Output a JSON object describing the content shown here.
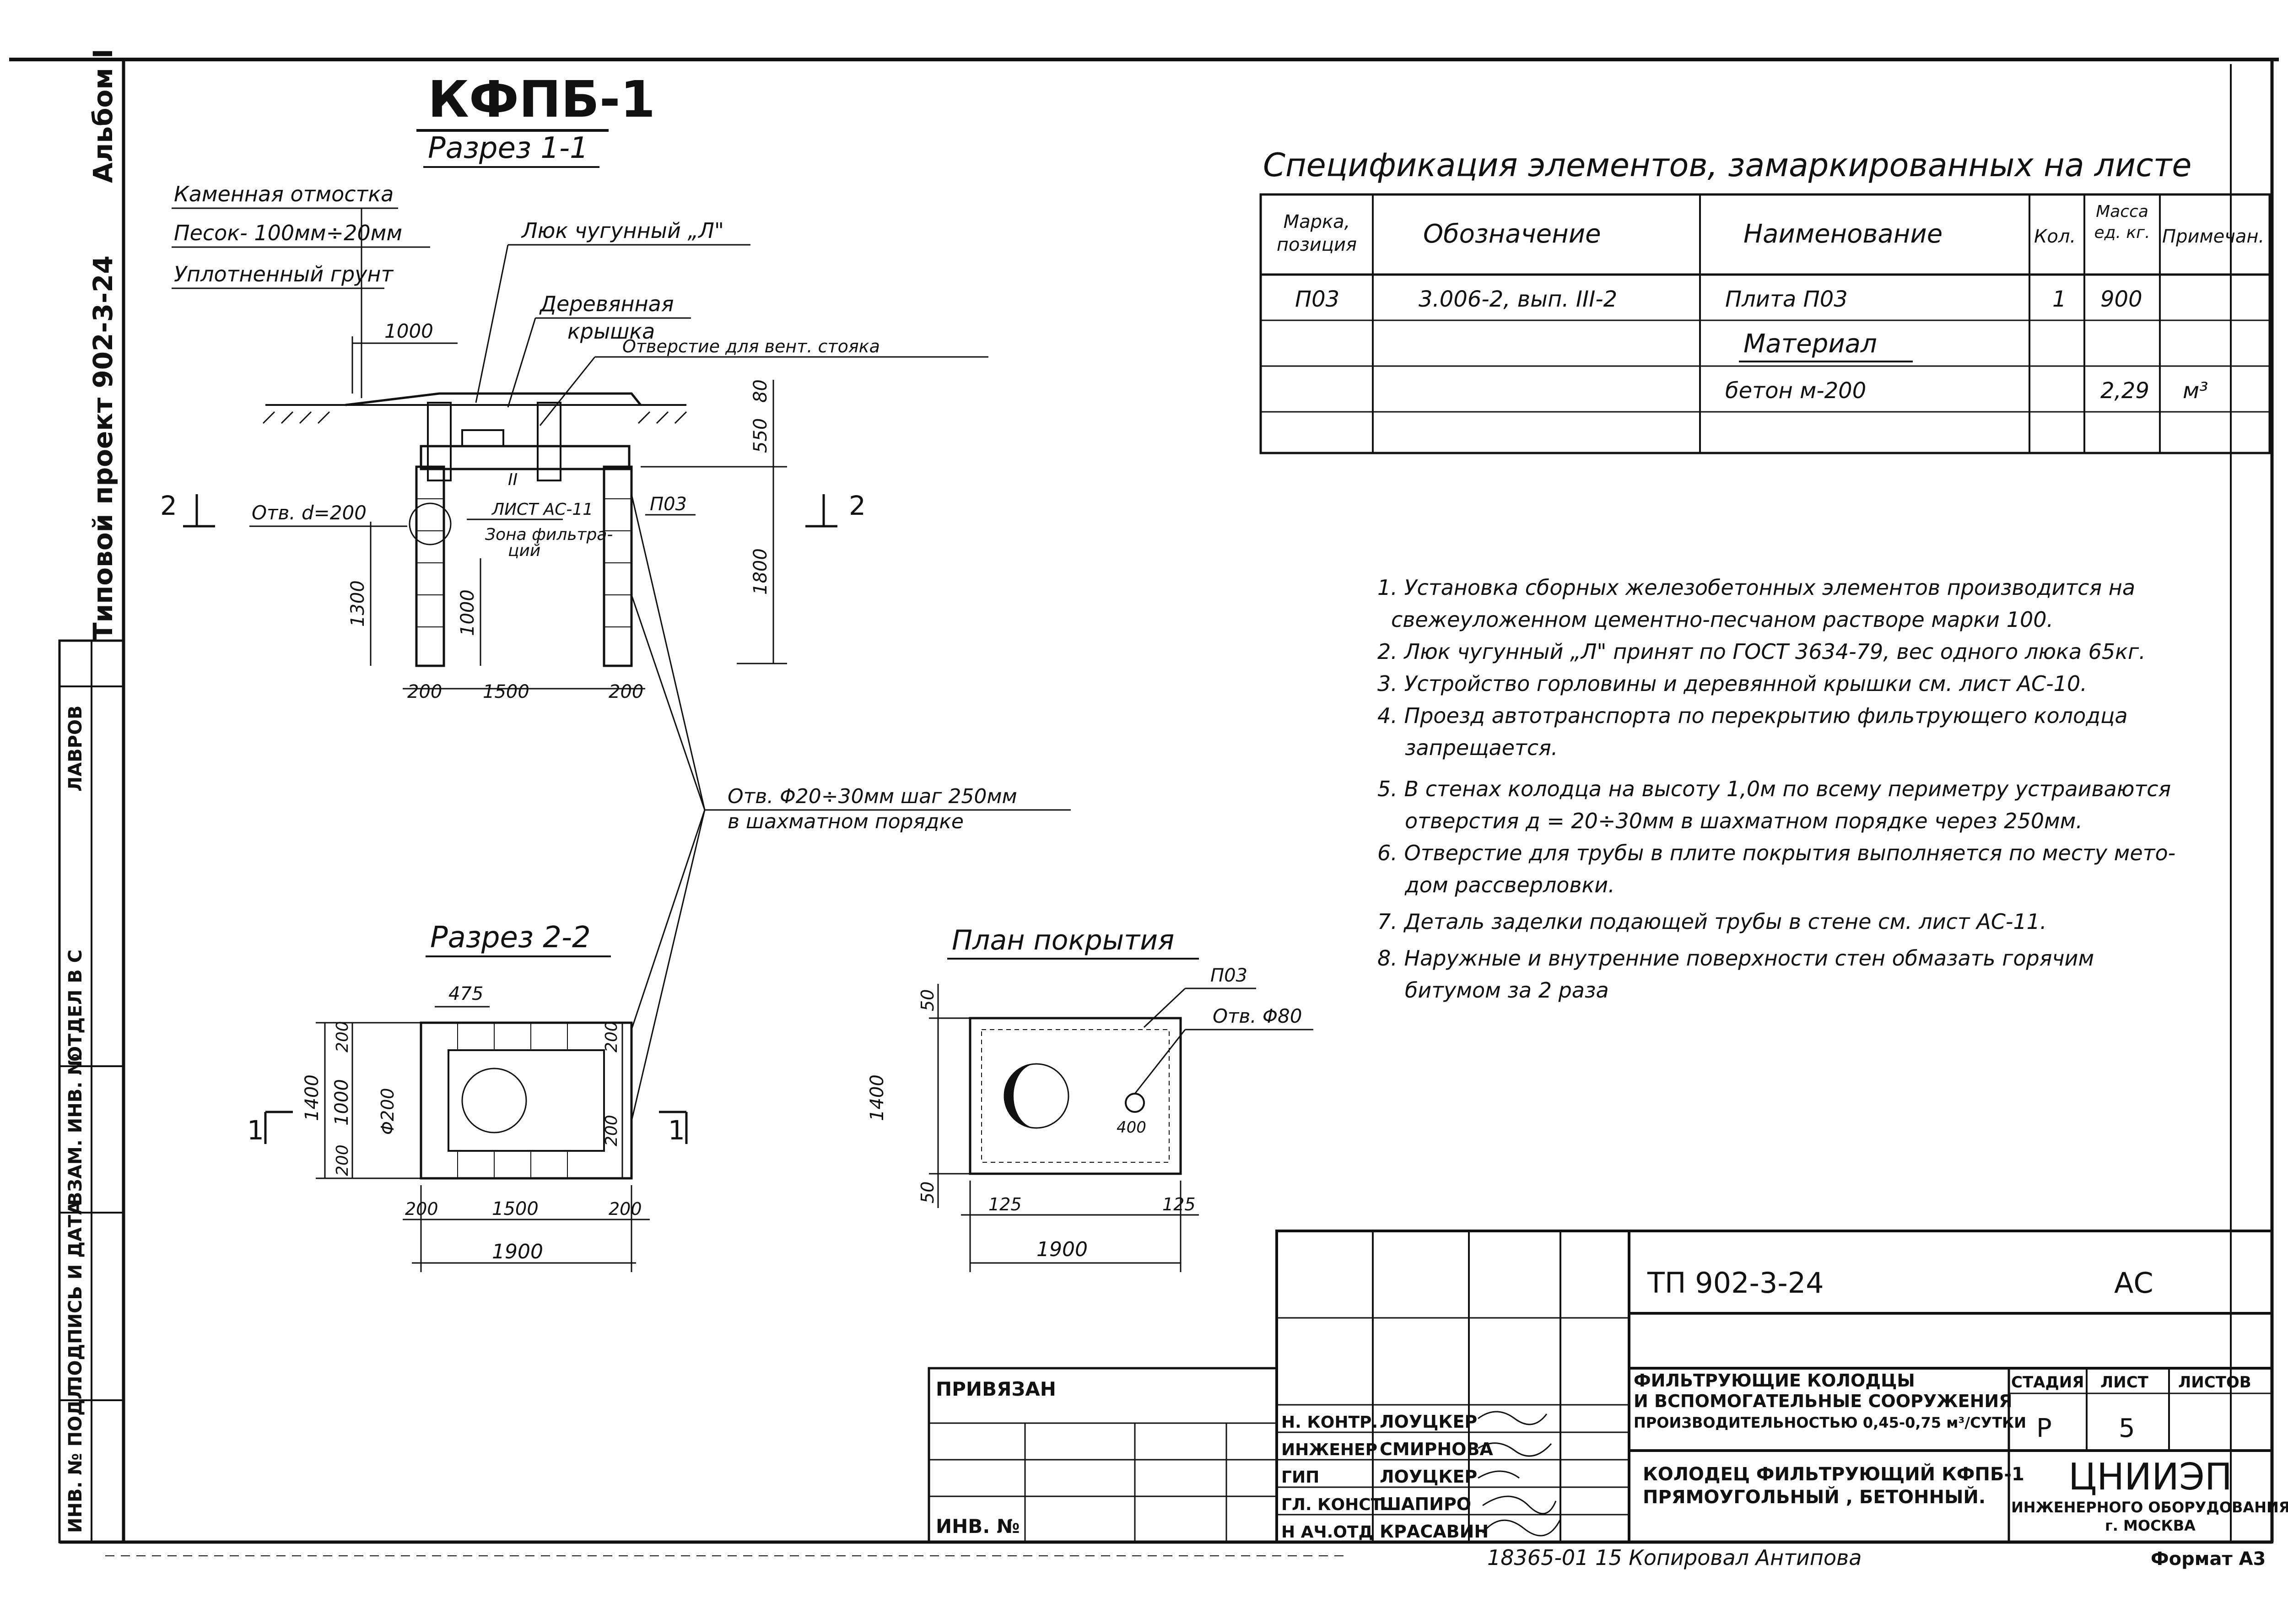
{
  "album": "Альбом I",
  "project_side": "Типовой проект 902-3-24",
  "main_title": "КФПБ-1",
  "section_1": {
    "title": "Разрез 1-1",
    "layers": [
      "Каменная отмостка",
      "Песок- 100мм÷20мм",
      "Уплотненный грунт"
    ],
    "label_hatch": "Люк чугунный „Л\"",
    "label_cover": [
      "Деревянная",
      "крышка"
    ],
    "label_vent": "Отверстие для вент. стояка",
    "label_hole": "Отв. d=200",
    "label_node": [
      "II",
      "ЛИСТ АС-11"
    ],
    "label_zone": [
      "Зона фильтра-",
      "ций"
    ],
    "label_poz": "П03",
    "cut_mark": "2",
    "dims": {
      "top": "1000",
      "h80": "80",
      "h550": "550",
      "h1800": "1800",
      "h1300": "1300",
      "h1000": "1000",
      "w200a": "200",
      "w1500": "1500",
      "w200b": "200"
    }
  },
  "holes_note": [
    "Отв. Φ20÷30мм шаг 250мм",
    "в шахматном порядке"
  ],
  "section_2": {
    "title": "Разрез 2-2",
    "cut_mark": "1",
    "dims": {
      "w475": "475",
      "h1400": "1400",
      "h1000": "1000",
      "h200a": "200",
      "h200b": "200",
      "hr200a": "200",
      "hr200b": "200",
      "d200": "Φ200",
      "w200a": "200",
      "w1500": "1500",
      "w200b": "200",
      "w1900": "1900"
    }
  },
  "plan": {
    "title": "План покрытия",
    "label_poz": "П03",
    "label_hole": "Отв. Φ80",
    "dims": {
      "h50a": "50",
      "h1400": "1400",
      "h50b": "50",
      "w125a": "125",
      "w125b": "125",
      "w1900": "1900",
      "d400": "400"
    }
  },
  "spec": {
    "title": "Спецификация элементов, замаркированных на листе",
    "headers": [
      "Марка, позиция",
      "Обозначение",
      "Наименование",
      "Кол.",
      "Масса ед. кг.",
      "Примечан."
    ],
    "rows": [
      [
        "П03",
        "3.006-2, вып. III-2",
        "Плита П03",
        "1",
        "900",
        ""
      ],
      [
        "",
        "",
        "Материал",
        "",
        "",
        ""
      ],
      [
        "",
        "",
        "бетон м-200",
        "",
        "2,29",
        "м³"
      ],
      [
        "",
        "",
        "",
        "",
        "",
        ""
      ]
    ]
  },
  "notes": [
    "1. Установка сборных железобетонных элементов производится на",
    "свежеуложенном цементно-песчаном растворе марки 100.",
    "2. Люк чугунный „Л\" принят по ГОСТ 3634-79, вес одного люка 65кг.",
    "3. Устройство горловины и деревянной крышки  см. лист АС-10.",
    "4. Проезд автотранспорта по перекрытию фильтрующего колодца",
    "запрещается.",
    "5. В стенах колодца на высоту 1,0м по всему периметру устраиваются",
    "отверстия д = 20÷30мм в шахматном порядке через 250мм.",
    "6. Отверстие для трубы в плите покрытия выполняется по месту мето-",
    "дом рассверловки.",
    "7. Деталь заделки подающей трубы в стене  см. лист АС-11.",
    "8. Наружные и внутренние поверхности стен обмазать горячим",
    "битумом за 2 раза"
  ],
  "stamp": {
    "code": "ТП 902-3-24",
    "mark": "АС",
    "privyazan": "ПРИВЯЗАН",
    "inv": "ИНВ. №",
    "roles": [
      "Н. КОНТР.",
      "ИНЖЕНЕР",
      "ГИП",
      "ГЛ. КОНСТ.",
      "Н АЧ.ОТД"
    ],
    "names": [
      "ЛОУЦКЕР",
      "СМИРНОВА",
      "ЛОУЦКЕР",
      "ШАПИРО",
      "КРАСАВИН"
    ],
    "object_title": [
      "ФИЛЬТРУЮЩИЕ КОЛОДЦЫ",
      "И ВСПОМОГАТЕЛЬНЫЕ СООРУЖЕНИЯ",
      "ПРОИЗВОДИТЕЛЬНОСТЬЮ 0,45-0,75 м³/СУТКИ"
    ],
    "sheet_title": [
      "КОЛОДЕЦ ФИЛЬТРУЮЩИЙ КФПБ-1",
      "ПРЯМОУГОЛЬНЫЙ , БЕТОННЫЙ."
    ],
    "stage_h": "СТАДИЯ",
    "sheet_h": "ЛИСТ",
    "sheets_h": "ЛИСТОВ",
    "stage": "Р",
    "sheet": "5",
    "org": "ЦНИИЭП",
    "org_sub": [
      "ИНЖЕНЕРНОГО ОБОРУДОВАНИЯ",
      "г. МОСКВА"
    ],
    "bottom": "18365-01  15  Копировал Антипова",
    "format": "Формат А3"
  },
  "left_strip": {
    "inv_podl": "ИНВ. № ПОДЛ.",
    "podpis": "ПОДПИСЬ И ДАТА",
    "vzam": "ВЗАМ. ИНВ. №",
    "otdel": "ОТДЕЛ В С",
    "lavrov": "ЛАВРОВ"
  }
}
